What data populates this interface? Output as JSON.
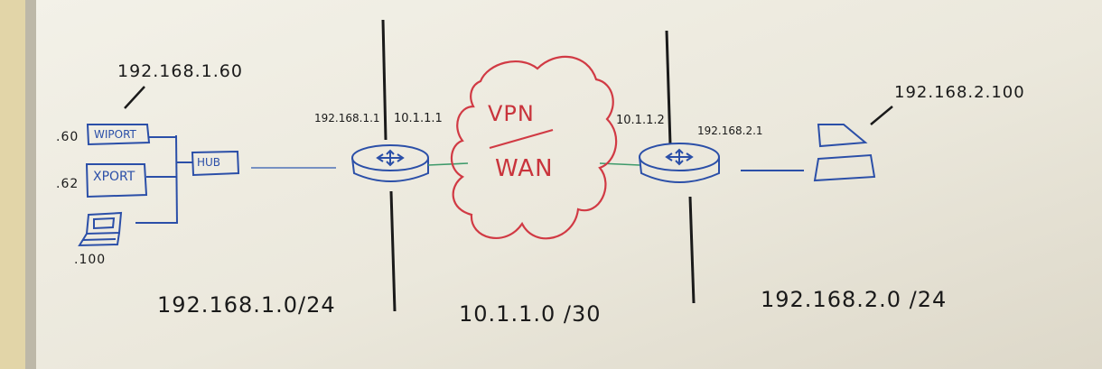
{
  "diagram": {
    "left_host_ip": "192.168.1.60",
    "devices": {
      "wiport": {
        "label": "WIPORT",
        "host": ".60"
      },
      "xport": {
        "label": "XPORT",
        "host": ".62"
      },
      "laptop": {
        "host": ".100"
      },
      "hub": {
        "label": "HUB"
      }
    },
    "router_left": {
      "lan_ip": "192.168.1.1",
      "wan_ip": "10.1.1.1"
    },
    "router_right": {
      "wan_ip": "10.1.1.2",
      "lan_ip": "192.168.2.1"
    },
    "cloud": {
      "line1": "VPN",
      "line2": "WAN"
    },
    "right_host_ip": "192.168.2.100",
    "subnets": {
      "left": "192.168.1.0/24",
      "middle": "10.1.1.0 /30",
      "right": "192.168.2.0 /24"
    }
  }
}
